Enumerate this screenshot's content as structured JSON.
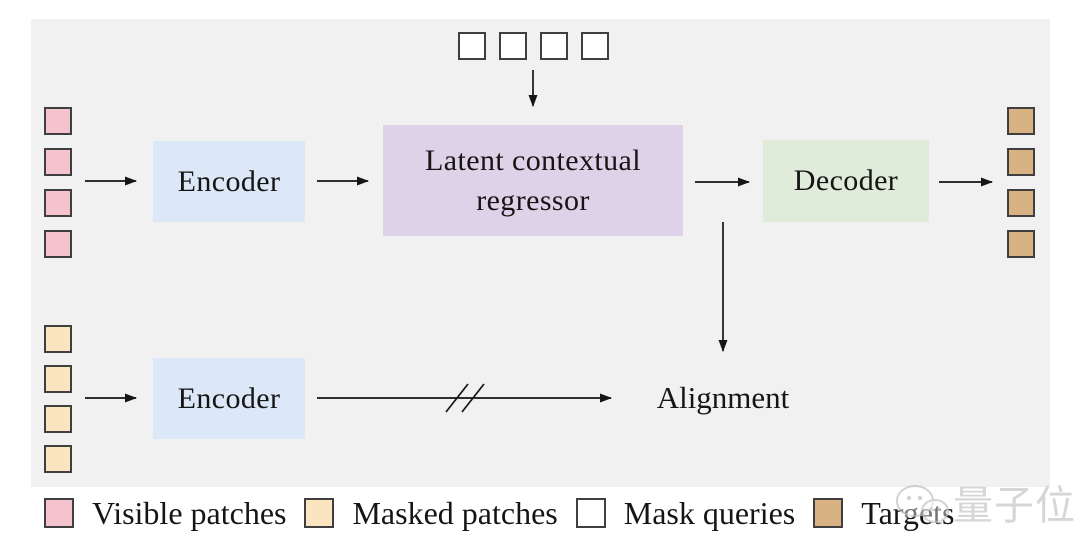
{
  "canvas": {
    "panel_bg": "#f1f1f1",
    "page_bg": "#ffffff",
    "line_color": "#151515"
  },
  "boxes": {
    "encoder_top": {
      "label": "Encoder",
      "bg": "#dce8f8"
    },
    "regressor": {
      "label_line1": "Latent contextual",
      "label_line2": "regressor",
      "bg": "#ded2e8"
    },
    "decoder": {
      "label": "Decoder",
      "bg": "#deecd9"
    },
    "encoder_bottom": {
      "label": "Encoder",
      "bg": "#dce8f8"
    }
  },
  "alignment_label": "Alignment",
  "patches": {
    "visible": {
      "count": 4,
      "color": "#f4c3ce"
    },
    "masked": {
      "count": 4,
      "color": "#fbe5c1"
    },
    "mask_queries": {
      "count": 4,
      "color": "#ffffff"
    },
    "targets": {
      "count": 4,
      "color": "#d8b283"
    }
  },
  "legend": {
    "items": [
      {
        "label": "Visible patches",
        "color": "#f4c3ce"
      },
      {
        "label": "Masked patches",
        "color": "#fbe5c1"
      },
      {
        "label": "Mask queries",
        "color": "#ffffff"
      },
      {
        "label": "Targets",
        "color": "#d8b283"
      }
    ]
  },
  "watermark": {
    "text": "量子位",
    "icon": "wechat-bubbles-icon"
  }
}
